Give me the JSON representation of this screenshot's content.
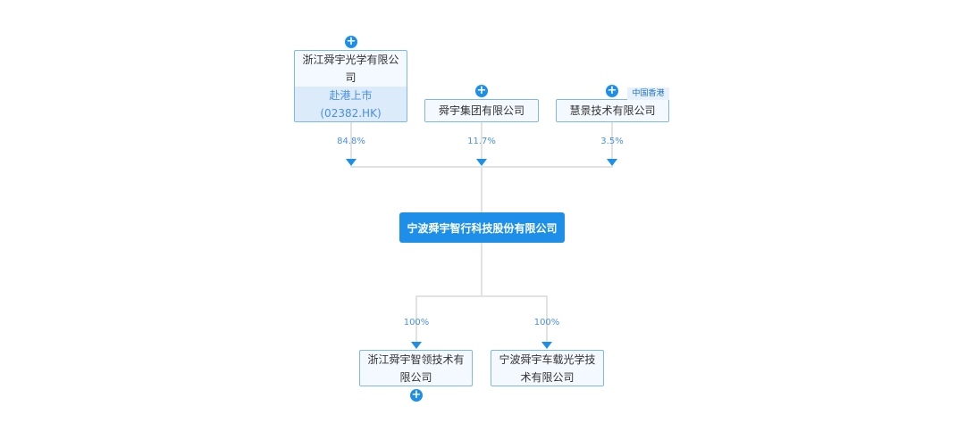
{
  "shareholders": [
    {
      "name": "浙江舜宇光学有限公司",
      "listing": "赴港上市",
      "code": "(02382.HK)",
      "percent": "84.8%"
    },
    {
      "name": "舜宇集团有限公司",
      "percent": "11.7%"
    },
    {
      "name": "慧景技术有限公司",
      "tag": "中国香港",
      "percent": "3.5%"
    }
  ],
  "company": {
    "name": "宁波舜宇智行科技股份有限公司"
  },
  "subsidiaries": [
    {
      "name": "浙江舜宇智领技术有限公司",
      "percent": "100%"
    },
    {
      "name": "宁波舜宇车载光学技术有限公司",
      "percent": "100%"
    }
  ],
  "expand_symbol": "+"
}
